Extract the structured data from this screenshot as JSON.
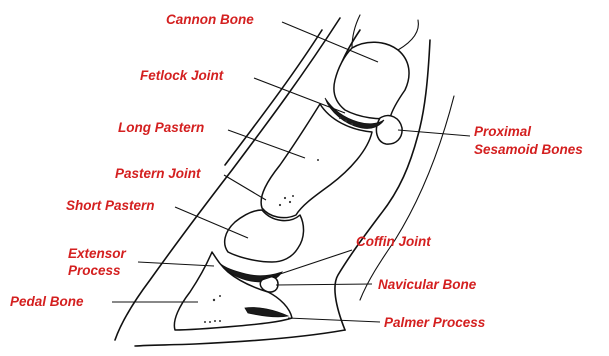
{
  "diagram": {
    "labels": {
      "cannon_bone": "Cannon Bone",
      "fetlock_joint": "Fetlock Joint",
      "long_pastern": "Long Pastern",
      "pastern_joint": "Pastern Joint",
      "short_pastern": "Short Pastern",
      "extensor_process_line1": "Extensor",
      "extensor_process_line2": "Process",
      "pedal_bone": "Pedal Bone",
      "proximal_line1": "Proximal",
      "proximal_line2": "Sesamoid Bones",
      "coffin_joint": "Coffin Joint",
      "navicular_bone": "Navicular Bone",
      "palmer_process": "Palmer Process"
    },
    "label_color": "#d42020",
    "line_color": "#111111"
  }
}
